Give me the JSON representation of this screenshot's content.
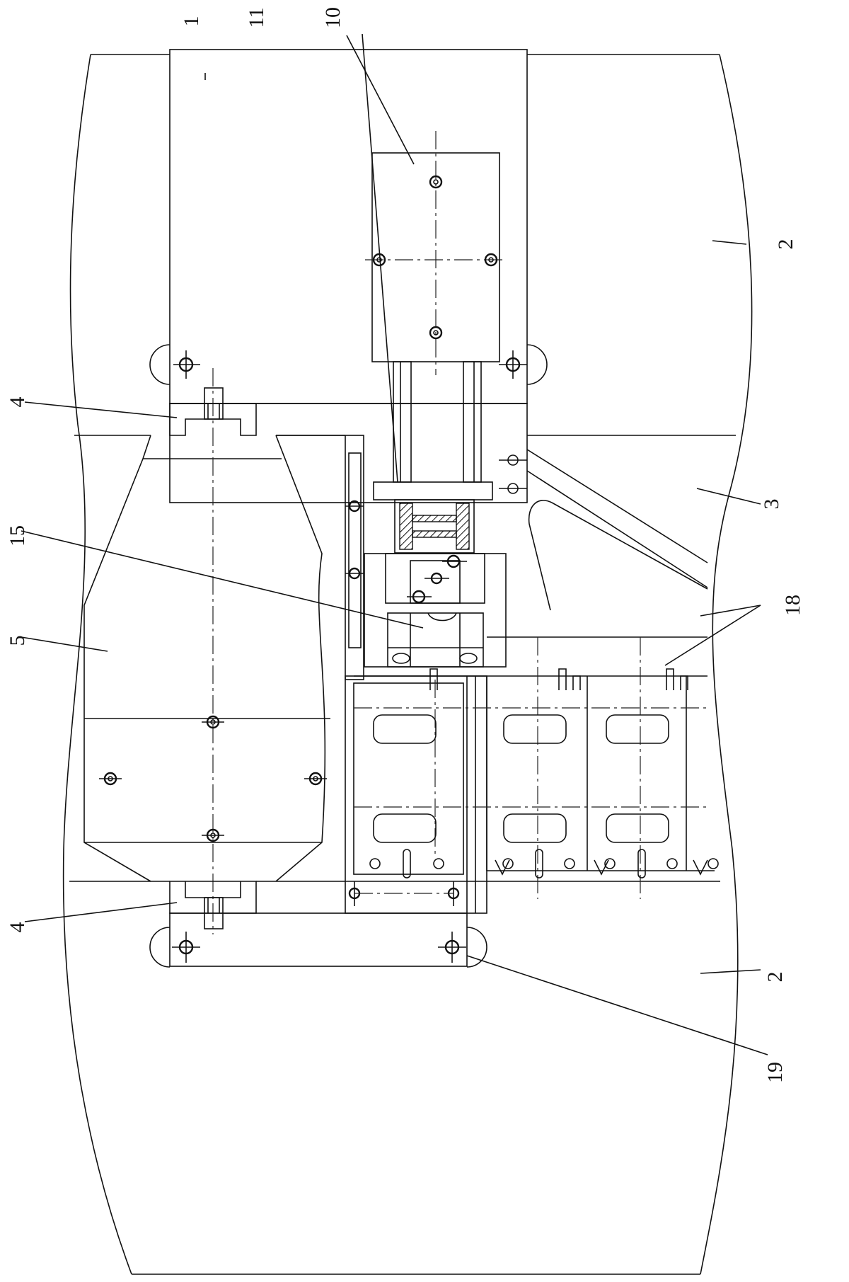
{
  "labels": {
    "l1": "1",
    "l2a": "2",
    "l2b": "2",
    "l3": "3",
    "l4a": "4",
    "l4b": "4",
    "l5": "5",
    "l10": "10",
    "l11": "11",
    "l15": "15",
    "l18": "18",
    "l19": "19"
  }
}
